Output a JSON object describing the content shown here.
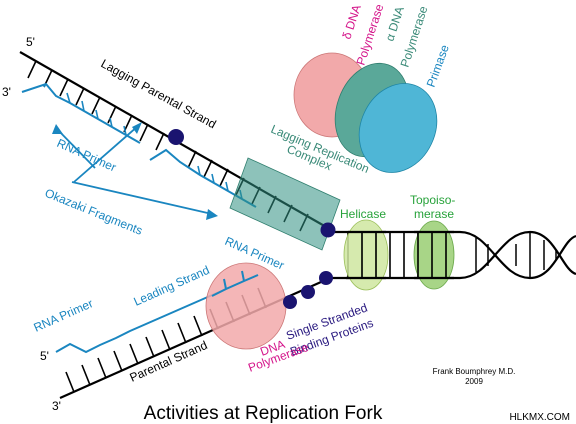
{
  "title": "Activities at Replication Fork",
  "author": "Frank Boumphrey M.D.",
  "year": "2009",
  "watermark": "HLKMX.COM",
  "labels": {
    "five_prime_top": "5'",
    "three_prime_top": "3'",
    "five_prime_bottom": "5'",
    "three_prime_bottom": "3'",
    "lagging_parental_strand": "Lagging Parental Strand",
    "rna_primer_upper": "RNA Primer",
    "okazaki_fragments": "Okazaki Fragments",
    "rna_primer_middle": "RNA Primer",
    "lagging_replication_complex_line1": "Lagging Replication",
    "lagging_replication_complex_line2": "Complex",
    "delta_dna_line1": "δ DNA",
    "delta_dna_line2": "Polymerase",
    "alpha_dna_line1": "α DNA",
    "alpha_dna_line2": "Polymerase",
    "primase": "Primase",
    "helicase": "Helicase",
    "topoisomerase_line1": "Topoiso-",
    "topoisomerase_line2": "merase",
    "rna_primer_lower": "RNA Primer",
    "leading_strand": "Leading Strand",
    "parental_strand": "Parental Strand",
    "ssb_line1": "Single Stranded",
    "ssb_line2": "Binding Proteins",
    "dna_pol_line1": "DNA",
    "dna_pol_line2": "Polymerase"
  },
  "colors": {
    "strand": "#000000",
    "new_strand": "#1a86c0",
    "bead": "#1a1470",
    "polymerase_pink": "#f2a9aa",
    "helicase_green": "#cfe6a0",
    "topo_green": "#9fd07a",
    "complex_teal": "#5aa899",
    "primase_blue": "#4fb6d6",
    "magenta_text": "#d4148a",
    "teal_text": "#3a8a78",
    "green_text": "#27a23a",
    "navy_text": "#2a1a80"
  }
}
